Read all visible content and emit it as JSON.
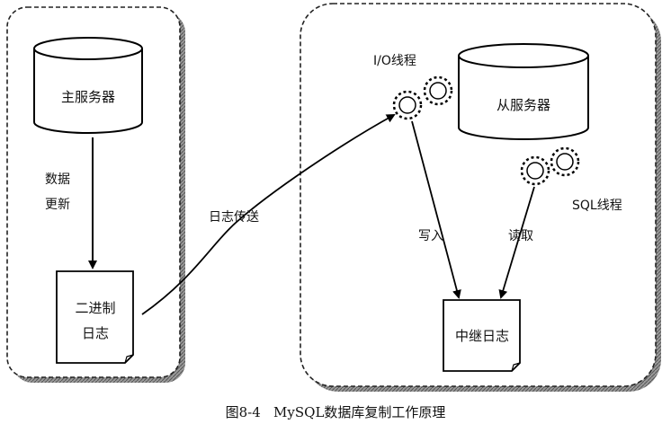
{
  "diagram": {
    "master_label": "主服务器",
    "data_update_line1": "数据",
    "data_update_line2": "更新",
    "binlog_line1": "二进制",
    "binlog_line2": "日志",
    "log_transfer_label": "日志传送",
    "io_thread_label": "I/O线程",
    "slave_label": "从服务器",
    "sql_thread_label": "SQL线程",
    "write_label": "写入",
    "read_label": "读取",
    "relay_log_label": "中继日志"
  },
  "caption": "图8-4   MySQL数据库复制工作原理"
}
